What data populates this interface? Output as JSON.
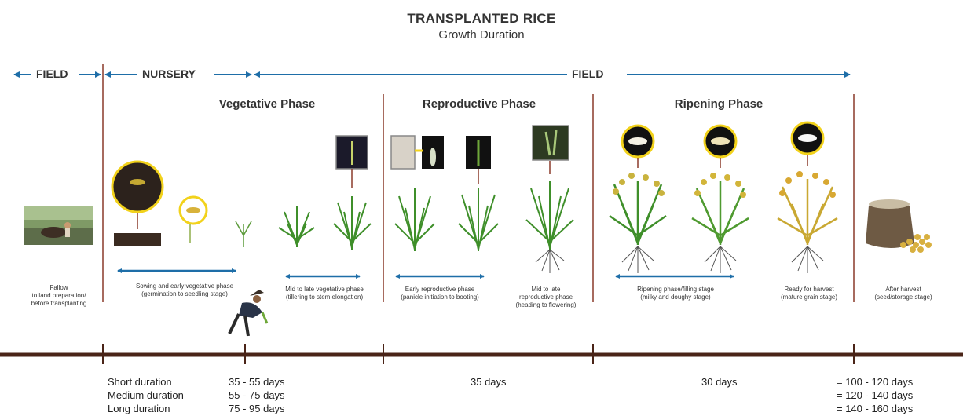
{
  "title": "TRANSPLANTED RICE",
  "subtitle": "Growth Duration",
  "zones": {
    "field_left": "FIELD",
    "nursery": "NURSERY",
    "field_right": "FIELD"
  },
  "phases": {
    "vegetative": "Vegetative Phase",
    "reproductive": "Reproductive Phase",
    "ripening": "Ripening Phase"
  },
  "stages": {
    "fallow": "Fallow\nto land preparation/\nbefore transplanting",
    "sowing": "Sowing and early vegetative phase\n(germination to seedling stage)",
    "mid_late_veg": "Mid to late vegetative phase\n(tillering to stem elongation)",
    "early_repro": "Early reproductive phase\n(panicle initiation to booting)",
    "mid_late_repro": "Mid to late\nreproductive phase\n(heading to flowering)",
    "ripening_fill": "Ripening phase/filling stage\n(milky and doughy stage)",
    "ready_harvest": "Ready for harvest\n(mature grain stage)",
    "after_harvest": "After harvest\n(seed/storage stage)"
  },
  "timeline": {
    "durations": [
      "Short duration",
      "Medium duration",
      "Long duration"
    ],
    "nursery_days": [
      "35 - 55 days",
      "55 - 75 days",
      "75 - 95 days"
    ],
    "reproductive_days": "35 days",
    "ripening_days": "30 days",
    "totals": [
      "= 100 - 120 days",
      "= 120 - 140 days",
      "= 140 - 160 days"
    ]
  },
  "colors": {
    "arrow_blue": "#1e6ea8",
    "divider": "#8a3a2a",
    "timeline": "#4a2418",
    "leaf_green": "#3f8f2a",
    "ripe_gold": "#d8b23a",
    "highlight_yellow": "#f2d21b"
  },
  "icons": [
    "farmer-plowing-photo",
    "soil-sample-icon",
    "germinating-seed-icon",
    "panicle-closeup-icon",
    "grain-milky-icon",
    "grain-doughy-icon",
    "grain-mature-icon",
    "rice-sack-icon",
    "transplanting-farmer-icon"
  ]
}
